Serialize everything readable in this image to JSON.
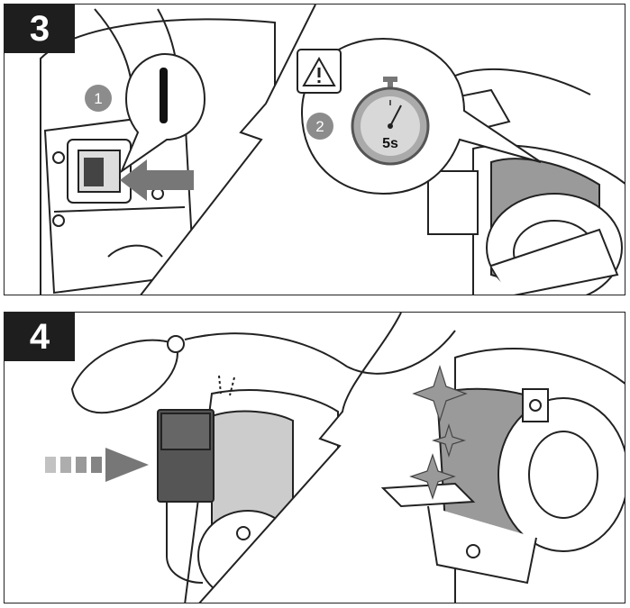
{
  "steps": [
    {
      "number": "3",
      "callouts": [
        {
          "marker": "1"
        },
        {
          "marker": "2",
          "timer_text": "5s"
        }
      ],
      "icons": [
        "power-switch-icon",
        "warning-triangle-icon",
        "stopwatch-icon",
        "arrow-left-icon"
      ]
    },
    {
      "number": "4",
      "icons": [
        "dashed-arrow-right-icon",
        "sparkle-icon"
      ]
    }
  ],
  "colors": {
    "badge": "#1e1e1e",
    "arrow": "#777777",
    "wheel": "#9a9a9a",
    "marker": "#8c8c8c",
    "line": "#222222"
  }
}
